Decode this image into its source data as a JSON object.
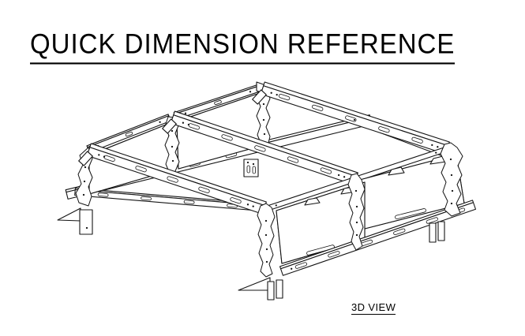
{
  "page": {
    "background": "#ffffff",
    "ink_color": "#141414"
  },
  "header": {
    "title": "QUICK DIMENSION REFERENCE"
  },
  "figure": {
    "caption": "3D VIEW",
    "alt": "Black and white isometric CAD line drawing of a truck bed rack: three slotted crossbars supported by triangular lattice uprights on a slotted side rail, two MOLLE slot panels on the near side wall, jagged corner posts, and mounting legs with triangular gusset feet."
  }
}
